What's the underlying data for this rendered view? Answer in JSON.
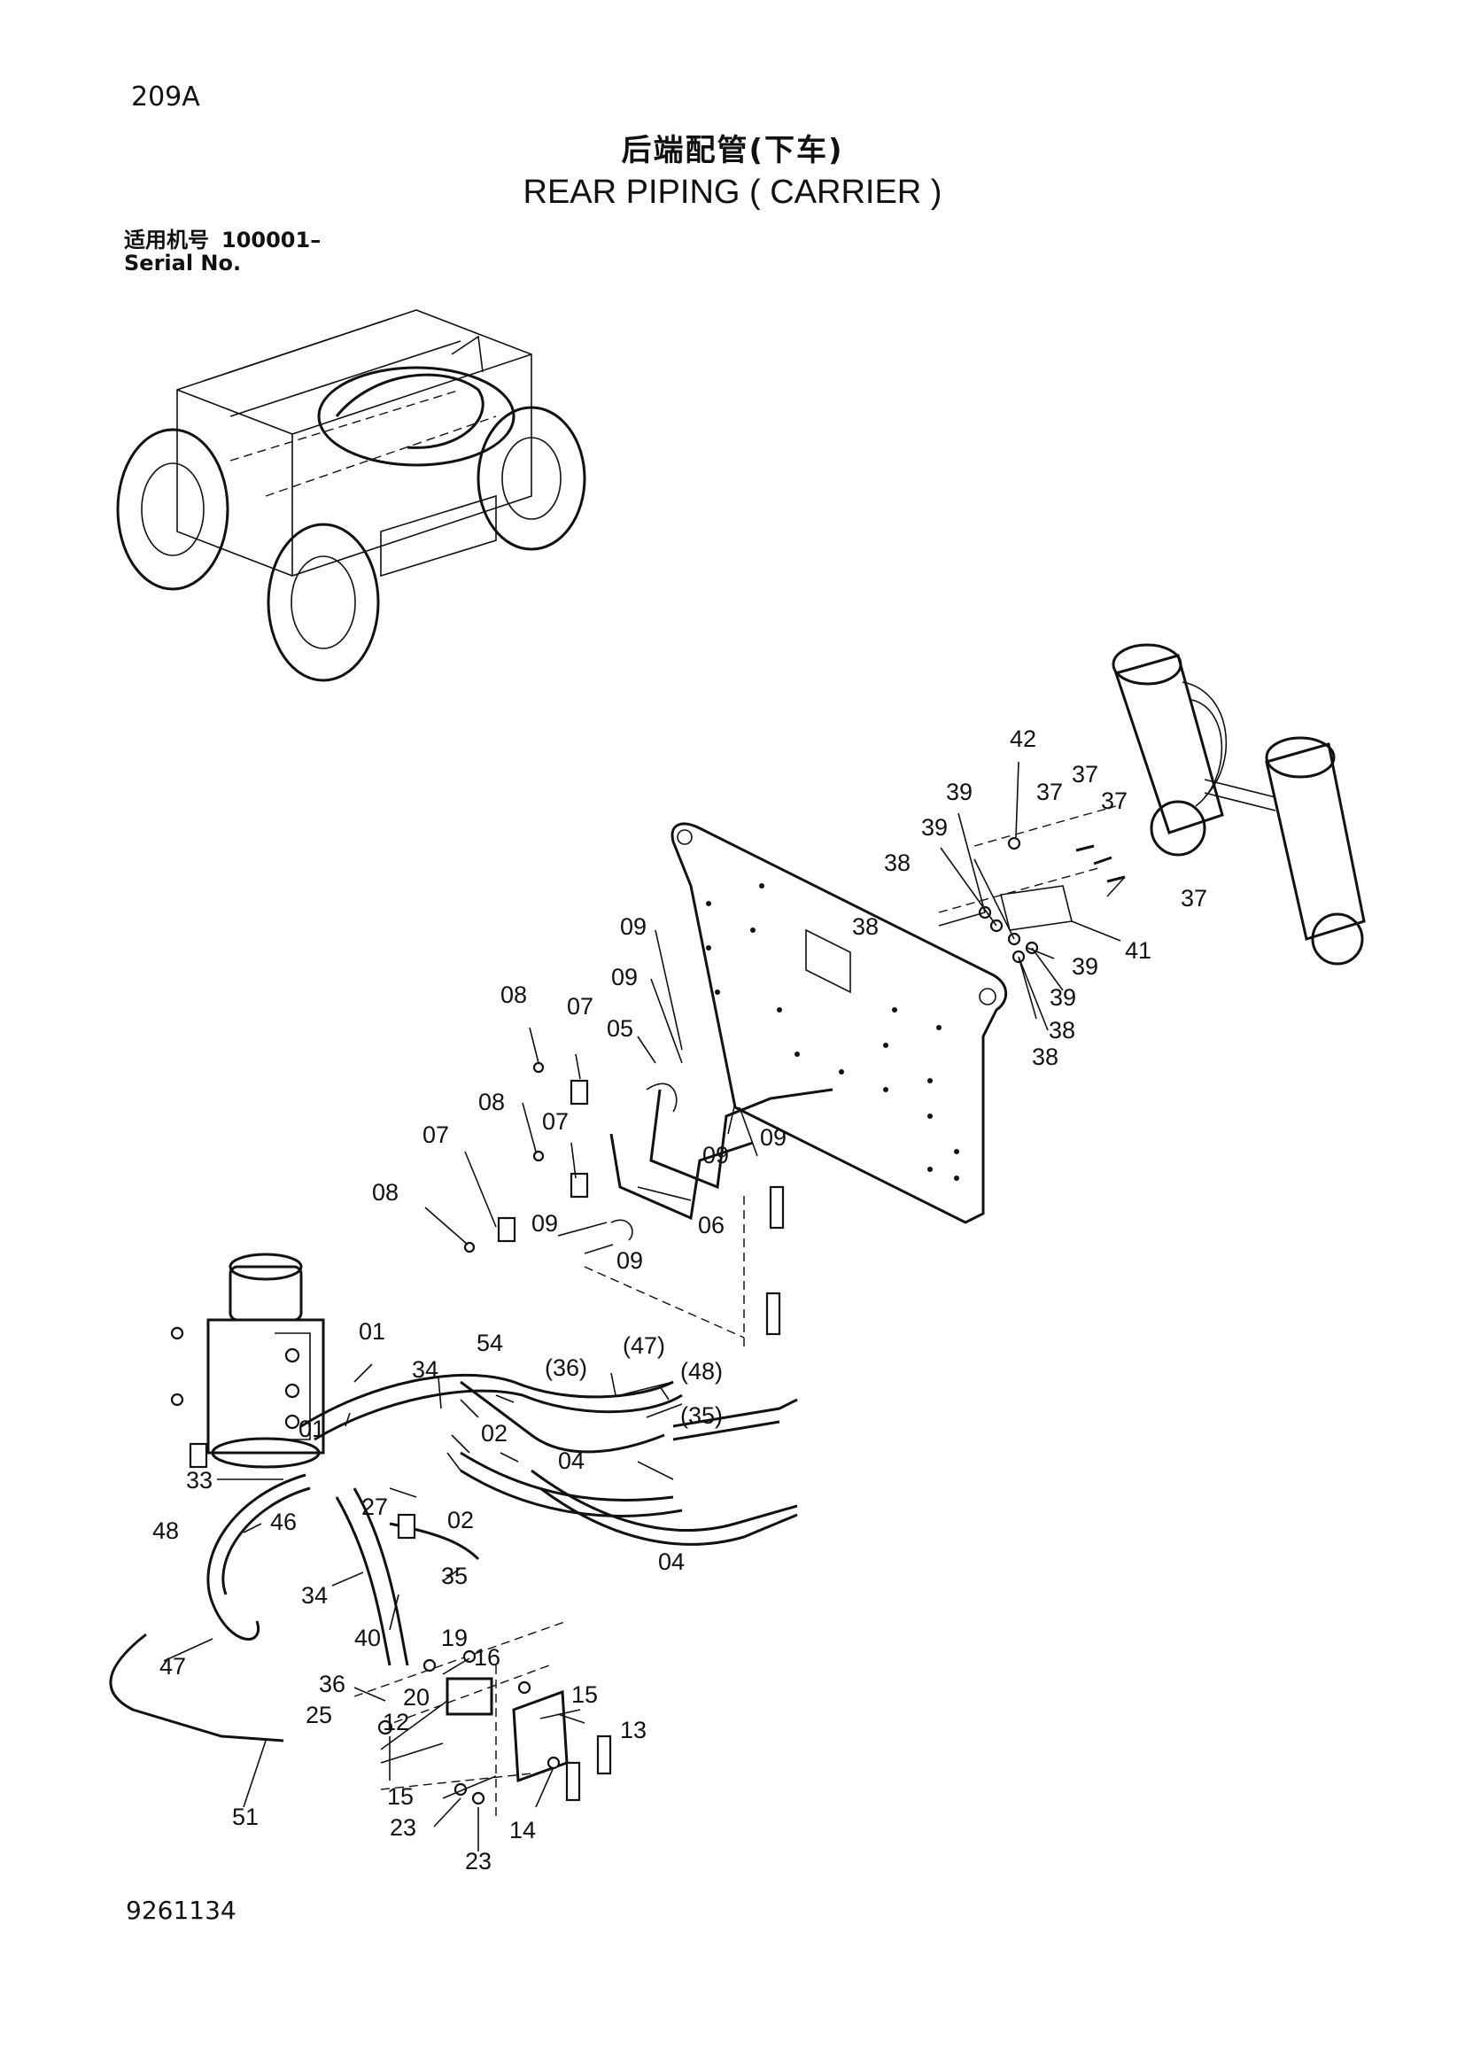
{
  "header": {
    "page_code": "209A",
    "title_cn": "后端配管(下车)",
    "title_en": "REAR PIPING ( CARRIER )",
    "serial_cn": "适用机号",
    "serial_value": "100001–",
    "serial_en": "Serial No."
  },
  "footer": {
    "doc_number": "9261134"
  },
  "callouts": {
    "c01a": "01",
    "c01b": "01",
    "c02a": "02",
    "c02b": "02",
    "c04a": "04",
    "c04b": "04",
    "c05": "05",
    "c06": "06",
    "c07a": "07",
    "c07b": "07",
    "c07c": "07",
    "c08a": "08",
    "c08b": "08",
    "c08c": "08",
    "c09a": "09",
    "c09b": "09",
    "c09c": "09",
    "c09d": "09",
    "c09e": "09",
    "c09f": "09",
    "c12": "12",
    "c13": "13",
    "c14": "14",
    "c15a": "15",
    "c15b": "15",
    "c16": "16",
    "c19": "19",
    "c20": "20",
    "c23a": "23",
    "c23b": "23",
    "c25": "25",
    "c27": "27",
    "c33": "33",
    "c34a": "34",
    "c34b": "34",
    "c35": "35",
    "c35p": "(35)",
    "c36": "36",
    "c36p": "(36)",
    "c37a": "37",
    "c37b": "37",
    "c37c": "37",
    "c37d": "37",
    "c38a": "38",
    "c38b": "38",
    "c38c": "38",
    "c38d": "38",
    "c39a": "39",
    "c39b": "39",
    "c39c": "39",
    "c39d": "39",
    "c40": "40",
    "c41": "41",
    "c42": "42",
    "c46": "46",
    "c47": "47",
    "c47p": "(47)",
    "c48": "48",
    "c48p": "(48)",
    "c51": "51",
    "c54": "54"
  }
}
